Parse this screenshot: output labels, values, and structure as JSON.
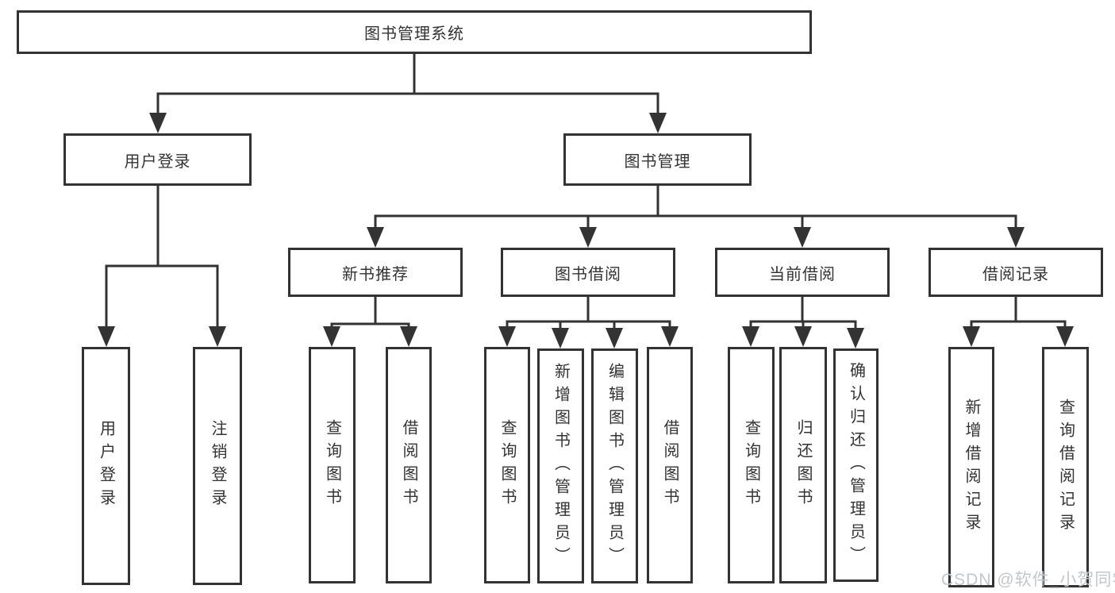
{
  "diagram": {
    "root": {
      "label": "图书管理系统"
    },
    "branches": [
      {
        "label": "用户登录",
        "children": [
          {
            "label": "用户登录"
          },
          {
            "label": "注销登录"
          }
        ]
      },
      {
        "label": "图书管理",
        "children": [
          {
            "label": "新书推荐",
            "children": [
              {
                "label": "查询图书"
              },
              {
                "label": "借阅图书"
              }
            ]
          },
          {
            "label": "图书借阅",
            "children": [
              {
                "label": "查询图书"
              },
              {
                "label": "新增图书（管理员）"
              },
              {
                "label": "编辑图书（管理员）"
              },
              {
                "label": "借阅图书"
              }
            ]
          },
          {
            "label": "当前借阅",
            "children": [
              {
                "label": "查询图书"
              },
              {
                "label": "归还图书"
              },
              {
                "label": "确认归还（管理员）"
              }
            ]
          },
          {
            "label": "借阅记录",
            "children": [
              {
                "label": "新增借阅记录"
              },
              {
                "label": "查询借阅记录"
              }
            ]
          }
        ]
      }
    ]
  },
  "watermark": {
    "text": "CSDN @软件_小贺同学"
  },
  "colors": {
    "line": "#333333",
    "text": "#333333",
    "watermark": "#c3c7cb"
  }
}
